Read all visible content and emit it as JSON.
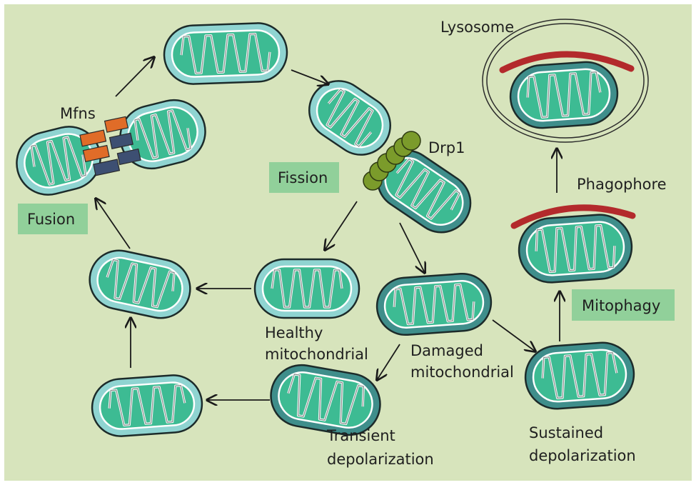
{
  "diagram": {
    "colors": {
      "background": "#d7e4bc",
      "label_box": "#91d09a",
      "healthy_outer": "#8fd4d1",
      "damaged_outer": "#3f8e8b",
      "matrix": "#3dbb93",
      "drp1": "#7b9b2b",
      "mfns_orange": "#e06c28",
      "mfns_navy": "#3d4f72",
      "phagophore": "#b32a2c"
    },
    "labels": {
      "mfns": "Mfns",
      "fusion": "Fusion",
      "fission": "Fission",
      "drp1": "Drp1",
      "lysosome": "Lysosome",
      "phagophore": "Phagophore",
      "mitophagy": "Mitophagy",
      "healthy_1": "Healthy",
      "healthy_2": "mitochondrial",
      "damaged_1": "Damaged",
      "damaged_2": "mitochondrial",
      "transient_1": "Transient",
      "transient_2": "depolarization",
      "sustained_1": "Sustained",
      "sustained_2": "depolarization"
    }
  }
}
